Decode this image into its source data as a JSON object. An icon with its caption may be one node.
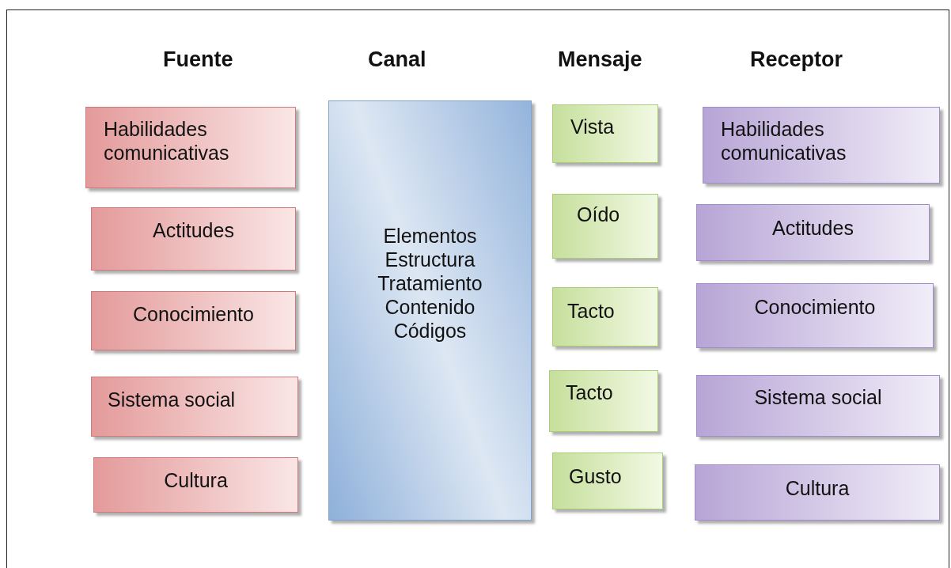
{
  "diagram": {
    "nodes": [
      {
        "text": [
          "Habilidades comunicativas"
        ]
      },
      {
        "text": [
          "Actitudes"
        ]
      },
      {
        "text": [
          "Conocimiento"
        ]
      },
      {
        "text": [
          "Sistema social"
        ]
      },
      {
        "text": [
          "Cultura"
        ]
      },
      {
        "text": [
          "Elementos",
          "Estructura",
          "Tratamiento",
          "Contenido",
          "Códigos"
        ]
      },
      {
        "text": [
          "Vista"
        ]
      },
      {
        "text": [
          "Oído"
        ]
      },
      {
        "text": [
          "Tacto"
        ]
      },
      {
        "text": [
          "Tacto"
        ]
      },
      {
        "text": [
          "Gusto"
        ]
      },
      {
        "text": [
          "Habilidades comunicativas"
        ]
      },
      {
        "text": [
          "Actitudes"
        ]
      },
      {
        "text": [
          "Conocimiento"
        ]
      },
      {
        "text": [
          "Sistema social"
        ]
      },
      {
        "text": [
          "Cultura"
        ]
      }
    ],
    "labels": [
      "Fuente",
      "Canal",
      "Mensaje",
      "Receptor"
    ]
  }
}
